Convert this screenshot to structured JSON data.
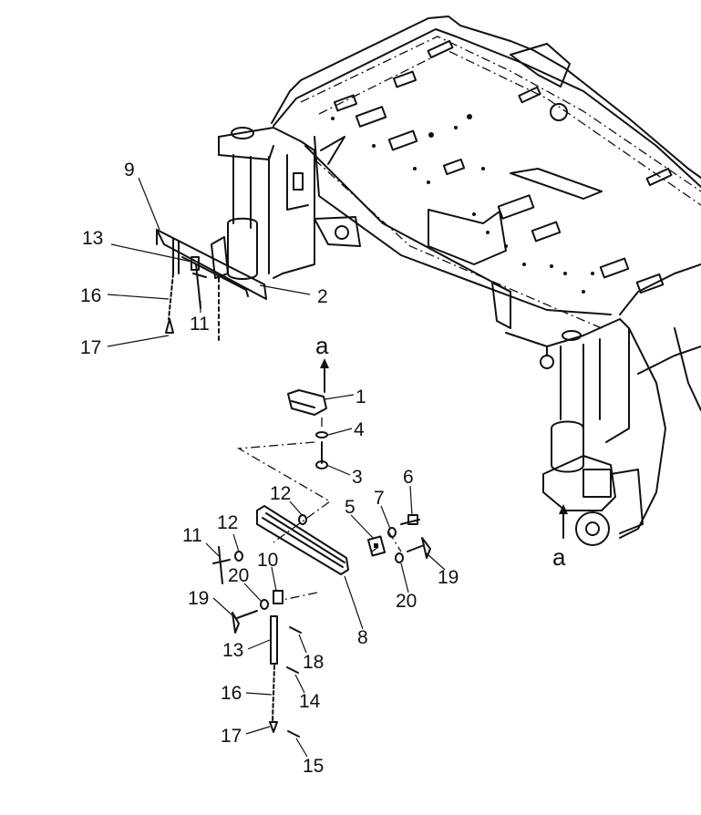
{
  "diagram": {
    "kind": "exploded parts diagram",
    "ink_color": "#111111",
    "background_color": "#ffffff",
    "callouts": [
      {
        "id": "c9a",
        "label": "9"
      },
      {
        "id": "c13a",
        "label": "13"
      },
      {
        "id": "c16a",
        "label": "16"
      },
      {
        "id": "c11a",
        "label": "11"
      },
      {
        "id": "c17a",
        "label": "17"
      },
      {
        "id": "c2",
        "label": "2"
      },
      {
        "id": "c1",
        "label": "1"
      },
      {
        "id": "c4",
        "label": "4"
      },
      {
        "id": "c3",
        "label": "3"
      },
      {
        "id": "c12a",
        "label": "12"
      },
      {
        "id": "c5",
        "label": "5"
      },
      {
        "id": "c7",
        "label": "7"
      },
      {
        "id": "c6",
        "label": "6"
      },
      {
        "id": "c12b",
        "label": "12"
      },
      {
        "id": "c11b",
        "label": "11"
      },
      {
        "id": "c10",
        "label": "10"
      },
      {
        "id": "c20a",
        "label": "20"
      },
      {
        "id": "c19a",
        "label": "19"
      },
      {
        "id": "c20b",
        "label": "20"
      },
      {
        "id": "c19b",
        "label": "19"
      },
      {
        "id": "c8",
        "label": "8"
      },
      {
        "id": "c13b",
        "label": "13"
      },
      {
        "id": "c18",
        "label": "18"
      },
      {
        "id": "c16b",
        "label": "16"
      },
      {
        "id": "c14",
        "label": "14"
      },
      {
        "id": "c17b",
        "label": "17"
      },
      {
        "id": "c15",
        "label": "15"
      }
    ],
    "reference_marks": [
      {
        "id": "ref-a-detail",
        "label": "a"
      },
      {
        "id": "ref-a-machine",
        "label": "a"
      }
    ]
  }
}
